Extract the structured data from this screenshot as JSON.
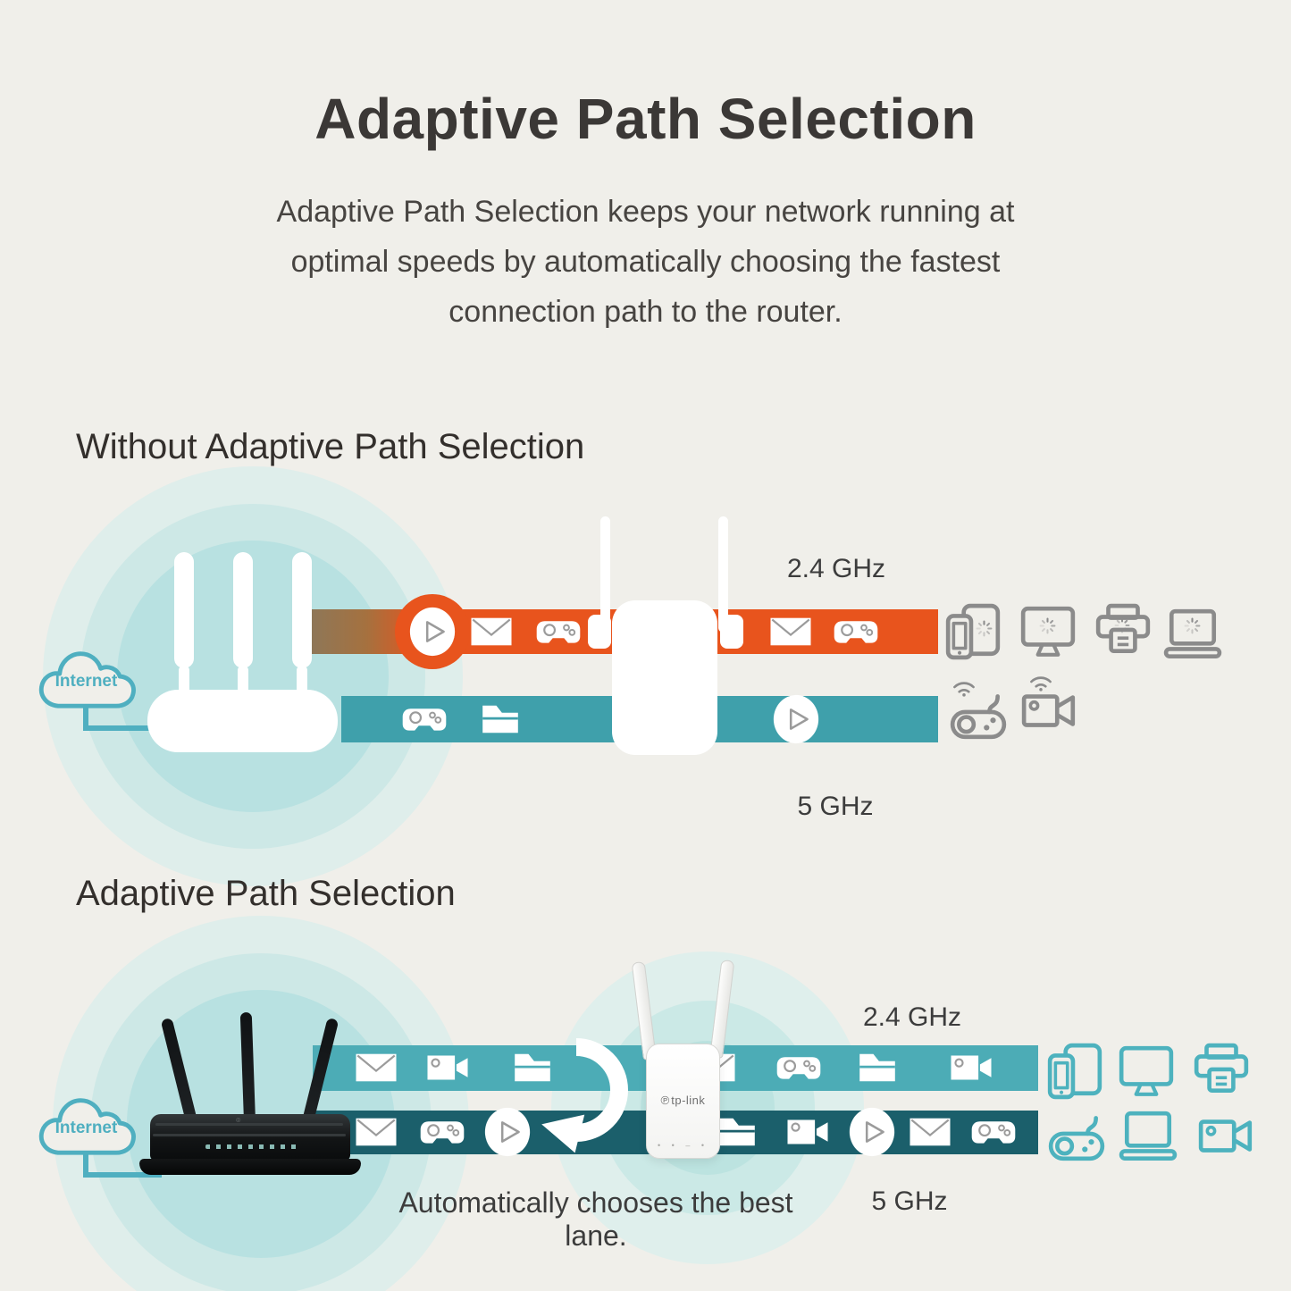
{
  "header": {
    "title": "Adaptive Path Selection",
    "description_lines": [
      "Adaptive Path Selection keeps your network running at",
      "optimal speeds by automatically choosing the fastest",
      "connection path to the router."
    ]
  },
  "section_without": {
    "heading": "Without Adaptive Path Selection",
    "internet_label": "Internet",
    "band_24_label": "2.4 GHz",
    "band_5_label": "5 GHz",
    "band_24_icons": [
      "play-circle",
      "mail",
      "game-controller",
      "mail",
      "game-controller"
    ],
    "band_5_icons": [
      "game-controller",
      "folder",
      "play-circle"
    ],
    "client_devices_24": [
      "phone-and-tablet-loading",
      "monitor-loading",
      "printer-loading",
      "laptop-loading"
    ],
    "client_devices_5": [
      "game-console-wifi",
      "video-camera-wifi"
    ]
  },
  "section_with": {
    "heading": "Adaptive Path Selection",
    "internet_label": "Internet",
    "band_24_label": "2.4 GHz",
    "band_5_label": "5 GHz",
    "caption": "Automatically chooses the best lane.",
    "extender_logo": "tp-link",
    "band_24_icons": [
      "mail",
      "video-camera",
      "folder",
      "mail",
      "game-controller",
      "folder",
      "video-camera"
    ],
    "band_5_icons": [
      "mail",
      "game-controller",
      "play-circle",
      "folder",
      "video-camera",
      "play-circle",
      "mail",
      "game-controller"
    ],
    "client_devices_24": [
      "phone-and-tablet",
      "monitor",
      "printer"
    ],
    "client_devices_5": [
      "game-console",
      "laptop",
      "video-camera"
    ]
  },
  "colors": {
    "background": "#F0EFEA",
    "heading_text": "#3B3836",
    "body_text": "#474441",
    "congested_band_orange": "#E8541D",
    "congested_band_muddy_start": "#8E7758",
    "band_teal": "#3FA0AB",
    "band_teal_light": "#4CACB6",
    "band_teal_dark": "#1B5F6B",
    "accent_teal": "#4FAFC0",
    "client_icon_gray": "#8B8B8B",
    "client_icon_teal": "#4DB2BE",
    "ripple_outer": "#DFEEEB",
    "ripple_mid": "#CDE8E6",
    "ripple_inner": "#B8E1E1"
  }
}
